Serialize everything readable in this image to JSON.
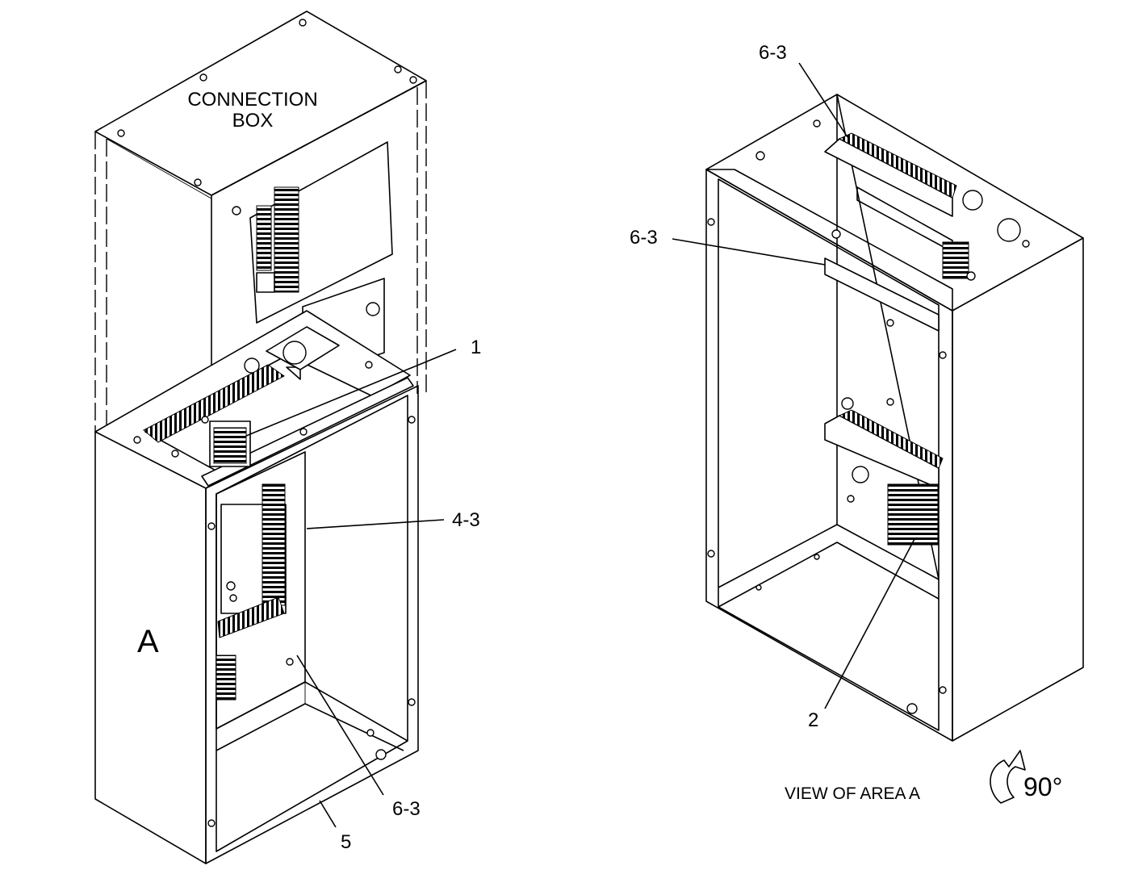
{
  "left_view": {
    "enclosure_label": "CONNECTION\nBOX",
    "enclosure_label_line1": "CONNECTION",
    "enclosure_label_line2": "BOX",
    "area_label": "A",
    "callouts": [
      "1",
      "4-3",
      "6-3",
      "5"
    ]
  },
  "right_view": {
    "callouts": [
      "6-3",
      "6-3",
      "2"
    ],
    "caption": "VIEW OF AREA  A",
    "rotation": "90°"
  }
}
